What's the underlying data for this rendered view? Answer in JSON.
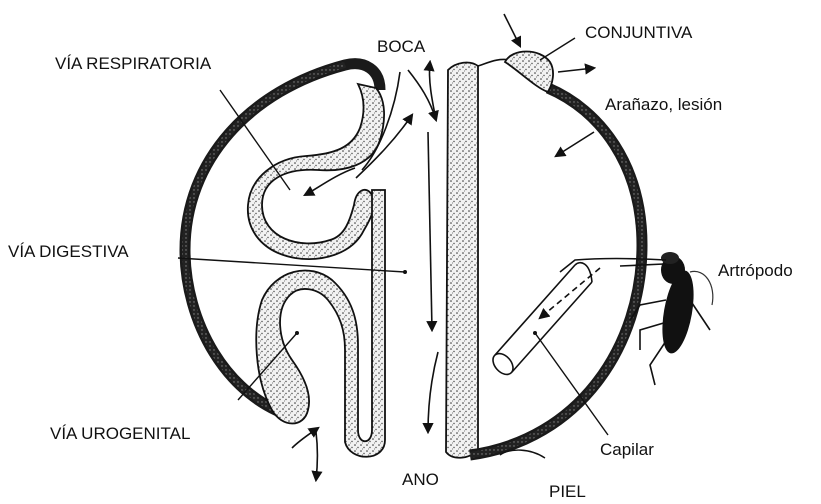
{
  "labels": {
    "boca": "BOCA",
    "conjuntiva": "CONJUNTIVA",
    "via_respiratoria": "VÍA RESPIRATORIA",
    "aranazo": "Arañazo, lesión",
    "via_digestiva": "VÍA DIGESTIVA",
    "artropodo": "Artrópodo",
    "via_urogenital": "VÍA UROGENITAL",
    "capilar": "Capilar",
    "ano": "ANO",
    "piel": "PIEL"
  }
}
